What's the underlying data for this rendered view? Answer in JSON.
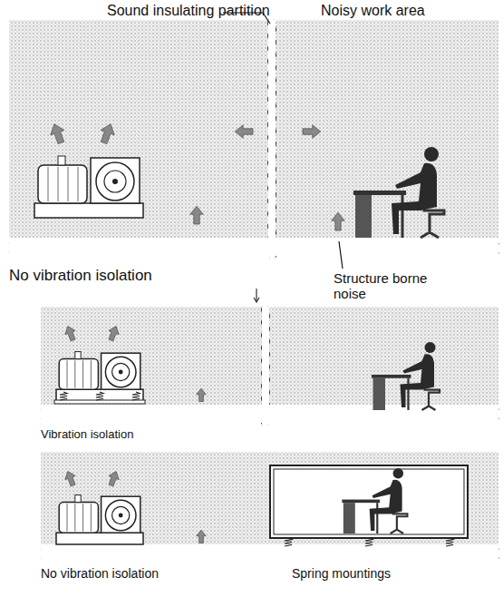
{
  "diagram": {
    "labels": [
      "Sound insulating partition",
      "Noisy work area",
      "No vibration isolation",
      "Structure borne noise",
      "Vibration isolation",
      "No vibration isolation",
      "Spring mountings"
    ]
  }
}
